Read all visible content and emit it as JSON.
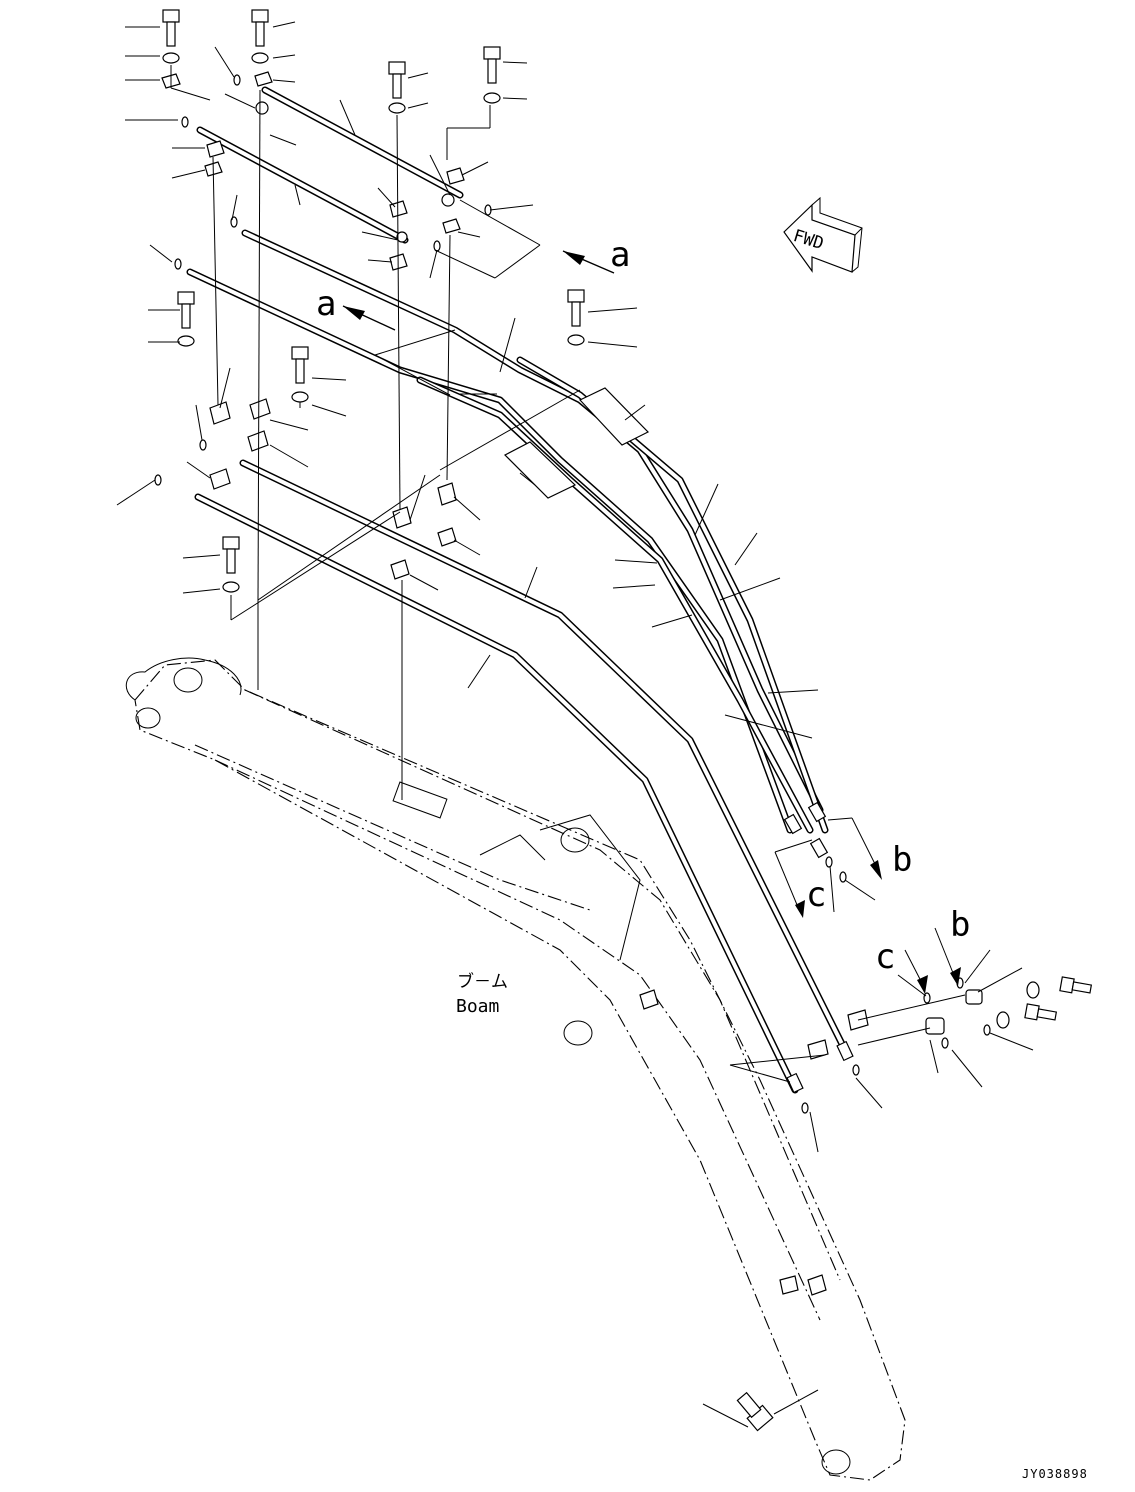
{
  "diagram": {
    "boom_label_jp": "ブ－ム",
    "boom_label_en": "Boam",
    "fwd_label": "FWD",
    "callouts": {
      "a_right": "a",
      "a_left": "a",
      "b_upper": "b",
      "b_lower": "b",
      "c_upper": "c",
      "c_lower": "c"
    },
    "drawing_code": "JY038898"
  }
}
